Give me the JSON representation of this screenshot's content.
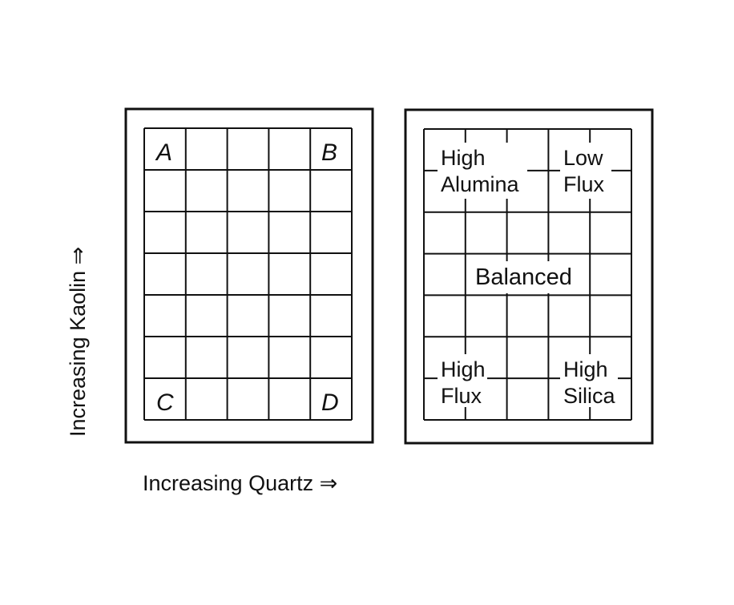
{
  "left_grid": {
    "rows": 7,
    "cols": 5,
    "corners": {
      "top_left": "A",
      "top_right": "B",
      "bottom_left": "C",
      "bottom_right": "D"
    }
  },
  "right_grid": {
    "rows": 7,
    "cols": 5,
    "regions": {
      "high_alumina": [
        "High",
        "Alumina"
      ],
      "low_flux": [
        "Low",
        "Flux"
      ],
      "balanced": "Balanced",
      "high_flux": [
        "High",
        "Flux"
      ],
      "high_silica": [
        "High",
        "Silica"
      ]
    }
  },
  "axes": {
    "x_label": "Increasing Quartz ⇒",
    "y_label": "Increasing Kaolin ⇒"
  }
}
